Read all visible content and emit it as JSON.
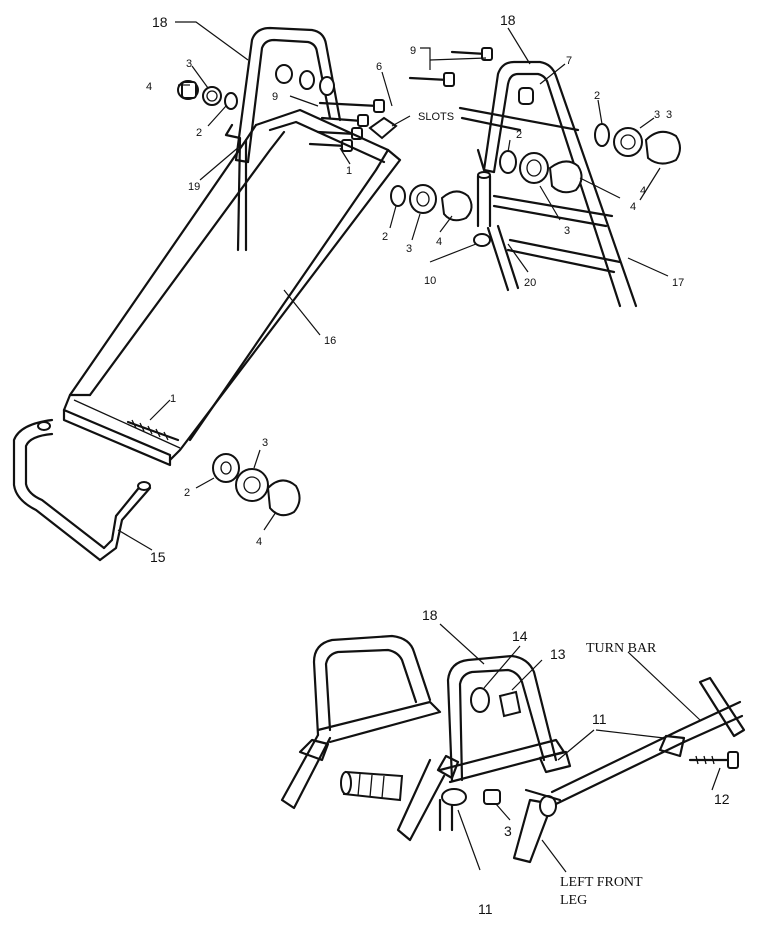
{
  "callouts": {
    "n18a": "18",
    "n18b": "18",
    "n18c": "18",
    "n9a": "9",
    "n9b": "9",
    "n7": "7",
    "n6": "6",
    "n4a": "4",
    "n3a": "3",
    "n2a": "2",
    "n2b": "2",
    "n3b": "3",
    "n1a": "1",
    "n19": "19",
    "n2c": "2",
    "n3c": "3",
    "n4b": "4",
    "n2d": "2",
    "n3d": "3",
    "n4c": "4",
    "n3e": "3",
    "n4d": "4",
    "n10": "10",
    "n20": "20",
    "n17": "17",
    "n16": "16",
    "n1b": "1",
    "n3f": "3",
    "n2e": "2",
    "n4e": "4",
    "n15": "15",
    "n14": "14",
    "n13": "13",
    "n11a": "11",
    "n12": "12",
    "n3g": "3",
    "n11b": "11"
  },
  "labels": {
    "slots": "SLOTS",
    "turn_bar": "TURN BAR",
    "left_front_leg_l1": "LEFT FRONT",
    "left_front_leg_l2": "LEG"
  }
}
